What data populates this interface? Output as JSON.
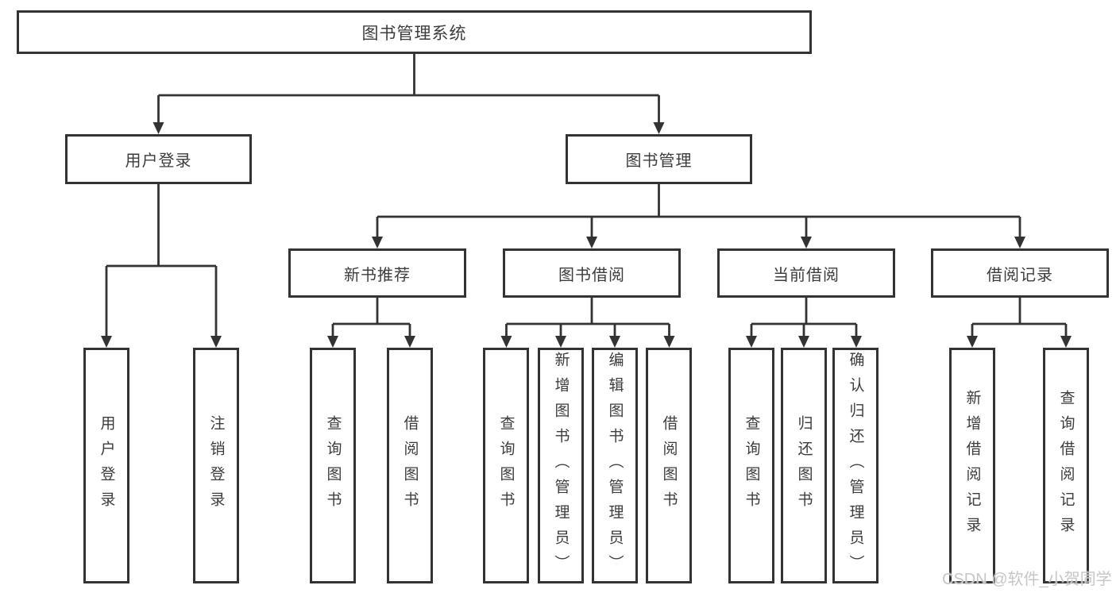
{
  "diagram": {
    "type": "hierarchy-tree",
    "root": {
      "label": "图书管理系统",
      "children": [
        {
          "label": "用户登录",
          "children": [
            {
              "label": "用户登录"
            },
            {
              "label": "注销登录"
            }
          ]
        },
        {
          "label": "图书管理",
          "children": [
            {
              "label": "新书推荐",
              "children": [
                {
                  "label": "查询图书"
                },
                {
                  "label": "借阅图书"
                }
              ]
            },
            {
              "label": "图书借阅",
              "children": [
                {
                  "label": "查询图书"
                },
                {
                  "label": "新增图书（管理员）"
                },
                {
                  "label": "编辑图书（管理员）"
                },
                {
                  "label": "借阅图书"
                }
              ]
            },
            {
              "label": "当前借阅",
              "children": [
                {
                  "label": "查询图书"
                },
                {
                  "label": "归还图书"
                },
                {
                  "label": "确认归还（管理员）"
                }
              ]
            },
            {
              "label": "借阅记录",
              "children": [
                {
                  "label": "新增借阅记录"
                },
                {
                  "label": "查询借阅记录"
                }
              ]
            }
          ]
        }
      ]
    },
    "watermark": "CSDN @软件_小贺同学",
    "colors": {
      "line": "#333333",
      "box_border": "#333333",
      "text": "#3c3c3c",
      "watermark": "#c6c6c6",
      "background": "#ffffff"
    }
  }
}
